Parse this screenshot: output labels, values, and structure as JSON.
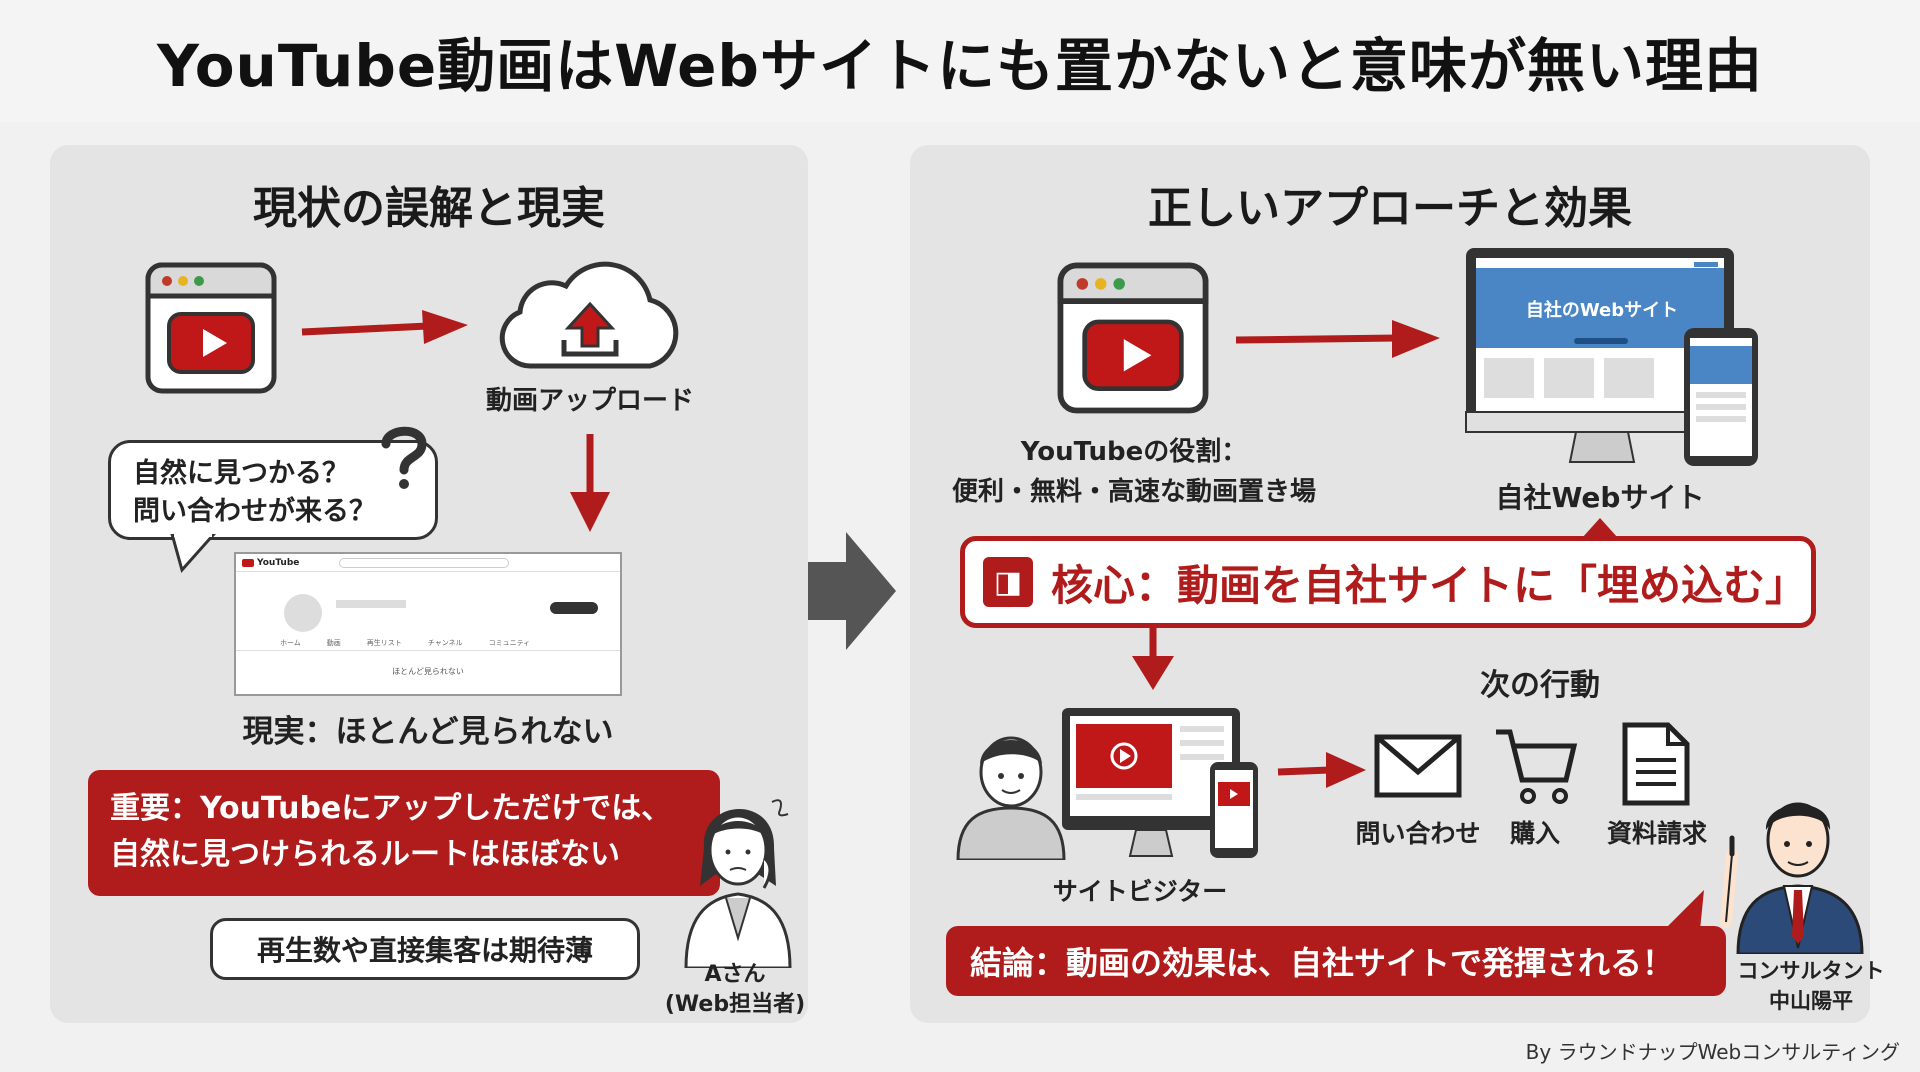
{
  "title": "YouTube動画はWebサイトにも置かないと意味が無い理由",
  "left": {
    "heading": "現状の誤解と現実",
    "upload_label": "動画アップロード",
    "question_lines": [
      "自然に見つかる？",
      "問い合わせが来る？"
    ],
    "channel_logo": "YouTube",
    "channel_tabs": [
      "ホーム",
      "動画",
      "再生リスト",
      "チャンネル",
      "コミュニティ"
    ],
    "channel_note": "ほとんど見られない",
    "reality_label": "現実：ほとんど見られない",
    "important_lines": [
      "重要：YouTubeにアップしただけでは、",
      "自然に見つけられるルートはほぼない"
    ],
    "expectation_bubble": "再生数や直接集客は期待薄",
    "person_lines": [
      "Aさん",
      "(Web担当者)"
    ]
  },
  "right": {
    "heading": "正しいアプローチと効果",
    "youtube_role_lines": [
      "YouTubeの役割：",
      "便利・無料・高速な動画置き場"
    ],
    "site_screen_text": "自社のWebサイト",
    "site_label": "自社Webサイト",
    "core_text": "核心：動画を自社サイトに「埋め込む」",
    "next_action_heading": "次の行動",
    "visitor_label": "サイトビジター",
    "actions": [
      "問い合わせ",
      "購入",
      "資料請求"
    ],
    "conclusion": "結論：動画の効果は、自社サイトで発揮される！",
    "consultant_lines": [
      "コンサルタント",
      "中山陽平"
    ]
  },
  "credit": "By ラウンドナップWebコンサルティング",
  "colors": {
    "accent_red": "#b01b1b",
    "panel_bg": "#e4e4e4",
    "page_bg": "#f1f1f1"
  }
}
